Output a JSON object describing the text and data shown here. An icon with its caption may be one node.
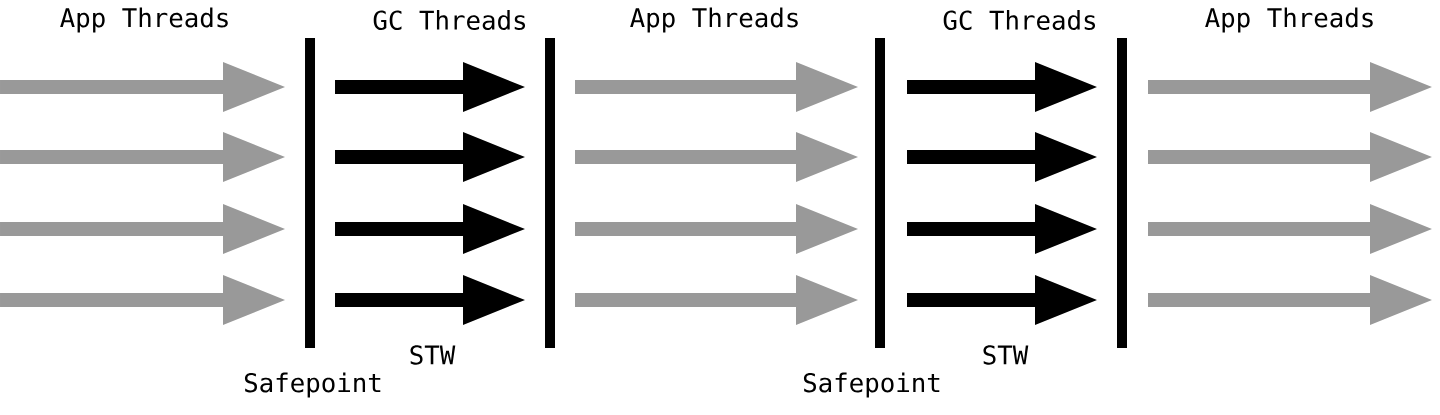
{
  "diagram": {
    "labels": [
      "App Threads",
      "GC Threads",
      "App Threads",
      "GC Threads",
      "App Threads",
      "STW",
      "STW",
      "Safepoint",
      "Safepoint"
    ]
  }
}
